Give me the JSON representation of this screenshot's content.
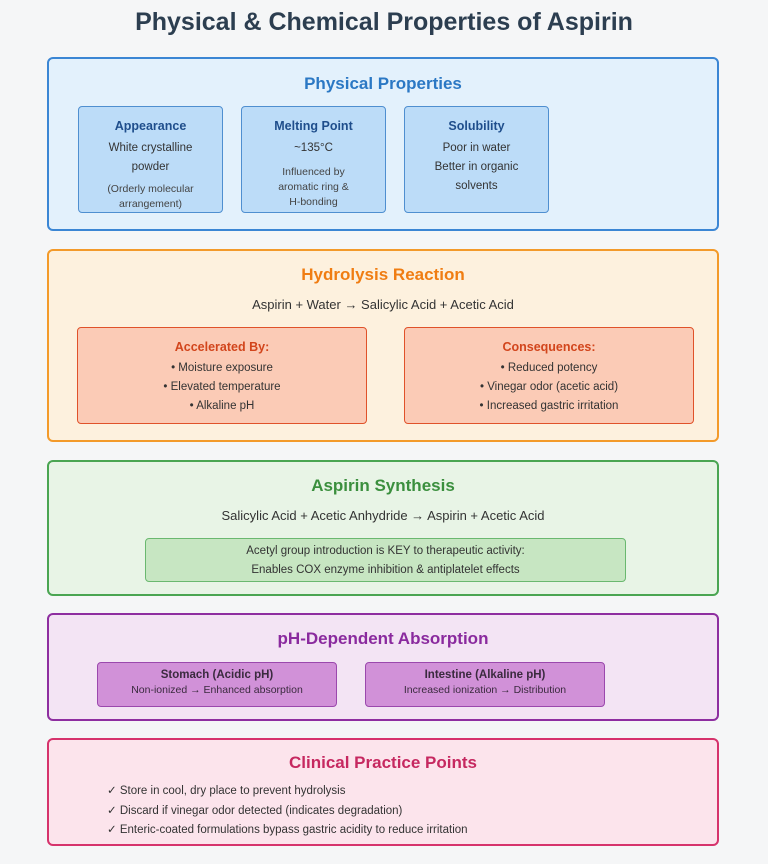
{
  "title": "Physical & Chemical Properties of Aspirin",
  "physical": {
    "title": "Physical Properties",
    "boxes": [
      {
        "title": "Appearance",
        "lines": [
          "White crystalline",
          "powder"
        ],
        "note": [
          "(Orderly molecular",
          "arrangement)"
        ]
      },
      {
        "title": "Melting Point",
        "lines": [
          "~135°C"
        ],
        "note": [
          "Influenced by",
          "aromatic ring &",
          "H-bonding"
        ]
      },
      {
        "title": "Solubility",
        "lines": [
          "Poor in water",
          "Better in organic",
          "solvents"
        ],
        "note": []
      }
    ]
  },
  "hydrolysis": {
    "title": "Hydrolysis Reaction",
    "equation": "Aspirin + Water → Salicylic Acid + Acetic Acid",
    "accelerated": {
      "title": "Accelerated By:",
      "items": [
        "• Moisture exposure",
        "• Elevated temperature",
        "• Alkaline pH"
      ]
    },
    "consequences": {
      "title": "Consequences:",
      "items": [
        "• Reduced potency",
        "• Vinegar odor (acetic acid)",
        "• Increased gastric irritation"
      ]
    }
  },
  "synthesis": {
    "title": "Aspirin Synthesis",
    "equation": "Salicylic Acid + Acetic Anhydride → Aspirin + Acetic Acid",
    "note_lines": [
      "Acetyl group introduction is KEY to therapeutic activity:",
      "Enables COX enzyme inhibition & antiplatelet effects"
    ]
  },
  "ph": {
    "title": "pH-Dependent Absorption",
    "stomach": {
      "title": "Stomach (Acidic pH)",
      "text": "Non-ionized → Enhanced absorption"
    },
    "intestine": {
      "title": "Intestine (Alkaline pH)",
      "text": "Increased ionization → Distribution"
    }
  },
  "clinical": {
    "title": "Clinical Practice Points",
    "items": [
      "✓ Store in cool, dry place to prevent hydrolysis",
      "✓ Discard if vinegar odor detected (indicates degradation)",
      "✓ Enteric-coated formulations bypass gastric acidity to reduce irritation"
    ]
  }
}
